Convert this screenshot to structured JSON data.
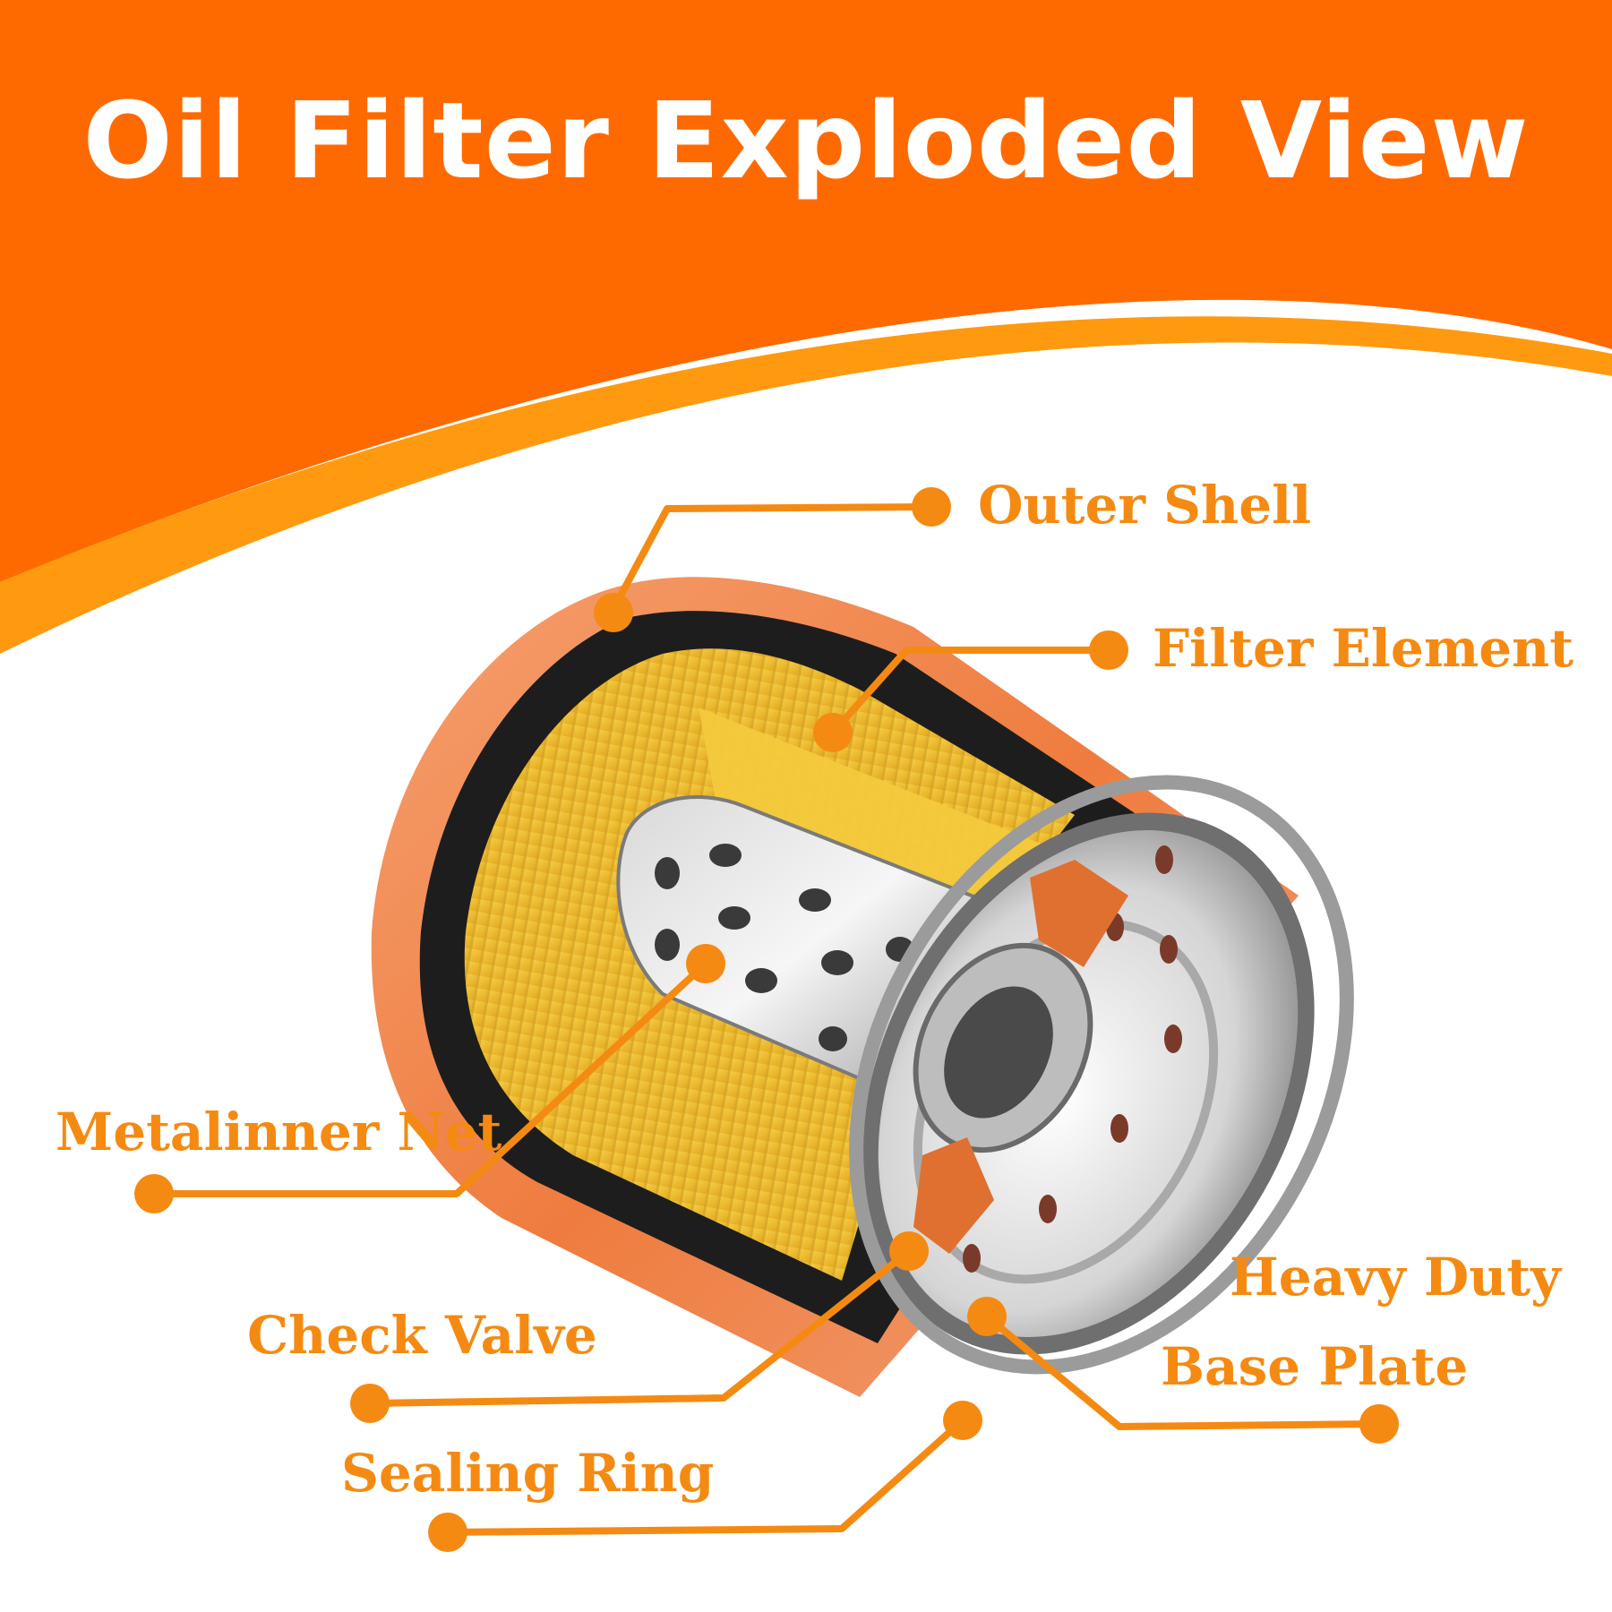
{
  "header": {
    "title": "Oil Filter Exploded View"
  },
  "labels": {
    "outer_shell": "Outer Shell",
    "filter_element": "Filter Element",
    "metal_inner_net": "Metalinner Net",
    "check_valve": "Check Valve",
    "sealing_ring": "Sealing Ring",
    "base_plate_line1": "Heavy Duty",
    "base_plate_line2": "Base Plate"
  },
  "colors": {
    "header_orange": "#ff6a00",
    "swoosh_orange": "#ff9a10",
    "label_orange": "#f58a12",
    "filter_paper": "#f2c12e",
    "shell": "#f07a35"
  }
}
